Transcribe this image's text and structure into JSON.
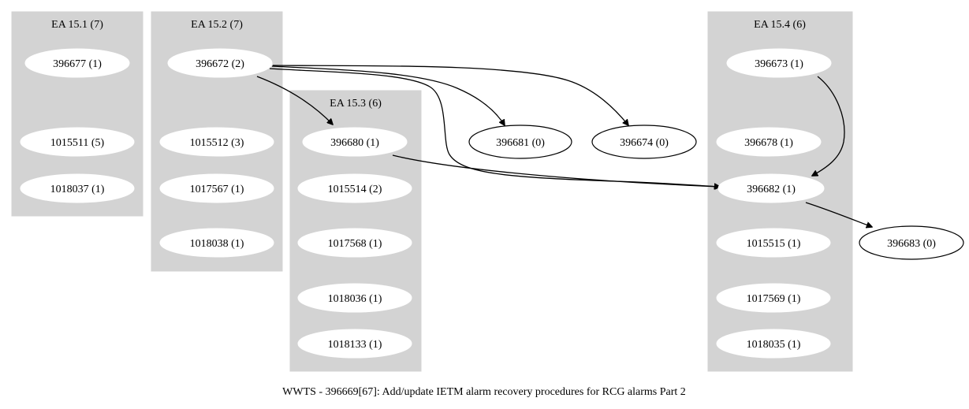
{
  "graph": {
    "caption": "WWTS - 396669[67]: Add/update IETM alarm recovery procedures for RCG alarms Part 2",
    "clusters": [
      {
        "id": "c1",
        "label": "EA 15.1 (7)"
      },
      {
        "id": "c2",
        "label": "EA 15.2 (7)"
      },
      {
        "id": "c3",
        "label": "EA 15.3 (6)"
      },
      {
        "id": "c4",
        "label": "EA 15.4 (6)"
      }
    ],
    "nodes": [
      {
        "id": "n396677",
        "label": "396677 (1)",
        "cluster": "c1"
      },
      {
        "id": "n1015511",
        "label": "1015511 (5)",
        "cluster": "c1"
      },
      {
        "id": "n1018037",
        "label": "1018037 (1)",
        "cluster": "c1"
      },
      {
        "id": "n396672",
        "label": "396672 (2)",
        "cluster": "c2"
      },
      {
        "id": "n1015512",
        "label": "1015512 (3)",
        "cluster": "c2"
      },
      {
        "id": "n1017567",
        "label": "1017567 (1)",
        "cluster": "c2"
      },
      {
        "id": "n1018038",
        "label": "1018038 (1)",
        "cluster": "c2"
      },
      {
        "id": "n396680",
        "label": "396680 (1)",
        "cluster": "c3"
      },
      {
        "id": "n1015514",
        "label": "1015514 (2)",
        "cluster": "c3"
      },
      {
        "id": "n1017568",
        "label": "1017568 (1)",
        "cluster": "c3"
      },
      {
        "id": "n1018036",
        "label": "1018036 (1)",
        "cluster": "c3"
      },
      {
        "id": "n1018133",
        "label": "1018133 (1)",
        "cluster": "c3"
      },
      {
        "id": "n396681",
        "label": "396681 (0)",
        "cluster": null
      },
      {
        "id": "n396674",
        "label": "396674 (0)",
        "cluster": null
      },
      {
        "id": "n396673",
        "label": "396673 (1)",
        "cluster": "c4"
      },
      {
        "id": "n396678",
        "label": "396678 (1)",
        "cluster": "c4"
      },
      {
        "id": "n396682",
        "label": "396682 (1)",
        "cluster": "c4"
      },
      {
        "id": "n1015515",
        "label": "1015515 (1)",
        "cluster": "c4"
      },
      {
        "id": "n1017569",
        "label": "1017569 (1)",
        "cluster": "c4"
      },
      {
        "id": "n1018035",
        "label": "1018035 (1)",
        "cluster": "c4"
      },
      {
        "id": "n396683",
        "label": "396683 (0)",
        "cluster": null
      }
    ],
    "edges": [
      {
        "from": "n396672",
        "to": "n396680"
      },
      {
        "from": "n396672",
        "to": "n396681"
      },
      {
        "from": "n396672",
        "to": "n396674"
      },
      {
        "from": "n396672",
        "to": "n396682"
      },
      {
        "from": "n396680",
        "to": "n396682"
      },
      {
        "from": "n396673",
        "to": "n396682"
      },
      {
        "from": "n396682",
        "to": "n396683"
      }
    ]
  }
}
